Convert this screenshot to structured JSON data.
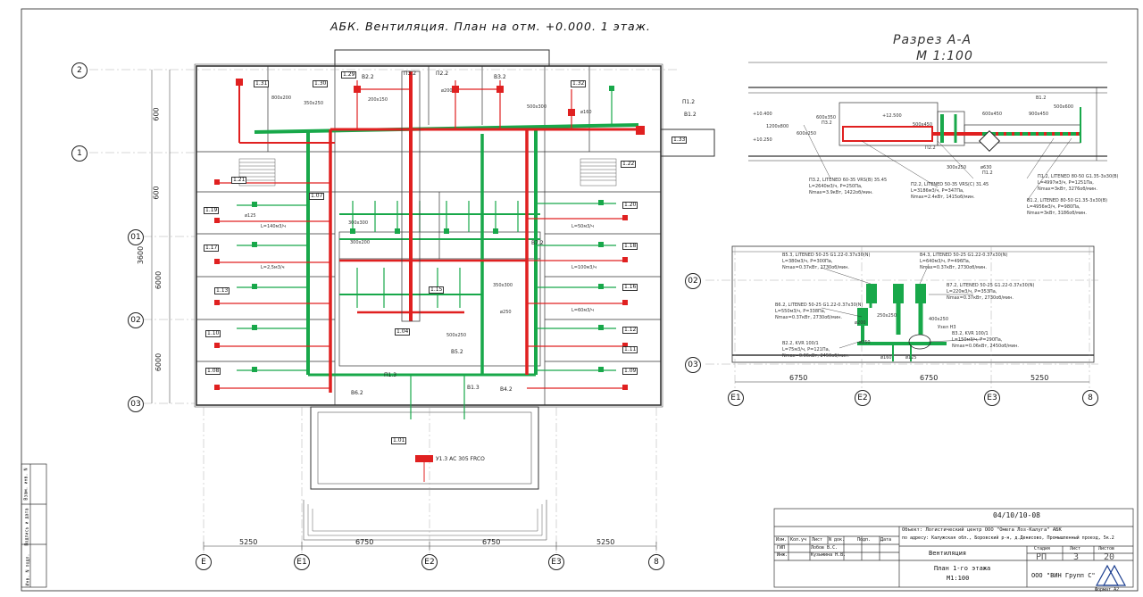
{
  "plan": {
    "title": "АБК. Вентиляция. План на отм. +0.000. 1 этаж.",
    "axes_left": [
      "2",
      "1",
      "01",
      "02",
      "03"
    ],
    "axes_bottom": [
      "E",
      "E1",
      "E2",
      "E3",
      "8"
    ],
    "dims_bottom": [
      "5250",
      "6750",
      "6750",
      "5250"
    ],
    "dims_left": [
      "600",
      "600",
      "3600",
      "6000",
      "6000"
    ],
    "rooms": [
      "1.31",
      "1.30",
      "1.29",
      "1.32",
      "1.33",
      "1.22",
      "1.21",
      "1.07",
      "1.19",
      "1.20",
      "1.18",
      "1.17",
      "1.16",
      "1.13",
      "1.12",
      "1.10",
      "1.11",
      "1.09",
      "1.08",
      "1.15",
      "1.01",
      "1.04"
    ],
    "equipment_labels": [
      "П1.2",
      "В1.2",
      "П2.2",
      "В2.2",
      "П3.2",
      "В3.2",
      "В4.2",
      "В5.2",
      "В6.2",
      "В7.2",
      "П1.3",
      "В1.3"
    ],
    "bottom_unit": "У1.3 AC 305 FRCO",
    "sizes": [
      "800x200",
      "350x250",
      "200x150",
      "300x200",
      "500x300",
      "ø125",
      "ø160",
      "ø200",
      "ø250",
      "500x250",
      "350x300",
      "300x300"
    ],
    "flows": [
      "L=140м3/ч",
      "L=2,5м3/ч",
      "L=50м3/ч",
      "L=100м3/ч",
      "L=60м3/ч"
    ]
  },
  "section": {
    "title": "Разрез А-А",
    "scale": "М 1:100",
    "levels": [
      "+10.400",
      "+12.500",
      "+10.250"
    ],
    "sizes": [
      "600x350",
      "1200x800",
      "600x250",
      "500x450",
      "900x450",
      "600x450",
      "500x600",
      "300x250",
      "ø630"
    ],
    "labels": [
      "П3.2",
      "П2.2",
      "П1.2",
      "В1.2"
    ],
    "notes": [
      "П3.2, LITENED 60-35 VRS(В) 35.45",
      "L=2640м3/ч, Р=250Па,",
      "Nmax=3.9кВт, 1422об/мин.",
      "П2.2, LITENED 50-35 VRS(С) 31.45",
      "L=3186м3/ч, Р=347Па,",
      "Nmax=2.4кВт, 1415об/мин.",
      "П1.2, LITENED 80-50 G1.35-3х30(В)",
      "L=4997м3/ч, Р=1251Па,",
      "Nmax=3кВт, 3276об/мин.",
      "В1.2, LITENED 80-50 G1.35-3х30(В)",
      "L=4956м3/ч, Р=980Па,",
      "Nmax=3кВт, 3186об/мин."
    ]
  },
  "detail": {
    "axes_left": [
      "02",
      "03"
    ],
    "axes_bottom": [
      "E1",
      "E2",
      "E3",
      "8"
    ],
    "dims": [
      "6750",
      "6750",
      "5250"
    ],
    "notes": [
      "В5.3, LITENED 50-25 G1.22-0.37х30(N)",
      "L=380м3/ч, Р=300Па,",
      "Nmax=0.37кВт, 2730об/мин.",
      "В4.3, LITENED 50-25 G1.22-0.37х30(N)",
      "L=640м3/ч, Р=496Па,",
      "Nmax=0.37кВт, 2730об/мин.",
      "В7.2, LITENED 50-25 G1.22-0.37х30(N)",
      "L=220м3/ч, Р=353Па,",
      "Nmax=0.37кВт, 2730об/мин.",
      "В6.2, LITENED 50-25 G1.22-0.37х30(N)",
      "L=550м3/ч, Р=338Па,",
      "Nmax=0.37кВт, 2730об/мин.",
      "В2.2, KVR 100/1",
      "L=75м3/ч, Р=121Па,",
      "Nmax=0.06кВт, 2450об/мин.",
      "В3.2, KVR 100/1",
      "L=150м3/ч, Р=290Па,",
      "Nmax=0.06кВт, 2450об/мин."
    ],
    "sizes": [
      "ø200",
      "250x250",
      "400x250",
      "ø250",
      "ø160",
      "ø125",
      "Узел Н3"
    ]
  },
  "stamp": {
    "code": "04/10/10-08",
    "object_line1": "Объект: Логистический центр ООО \"Омега Лоз-Калуга\" АБК",
    "object_line2": "по адресу: Калужская обл., Боровский р-н, д.Денисово, Промышленный проезд, 5к.2",
    "headers": [
      "Изм.",
      "Кол.уч",
      "Лист",
      "N док.",
      "Подп.",
      "Дата"
    ],
    "row1": [
      "ГИП",
      "Лобов В.С."
    ],
    "row2": [
      "Инж.",
      "Кузьмина Н.В."
    ],
    "section_name": "Вентиляция",
    "sheet_name": "План 1-го этажа",
    "sheet_scale": "М1:100",
    "stage_header": "Стадия",
    "list_header": "Лист",
    "lists_header": "Листов",
    "stage": "РП",
    "list": "3",
    "lists": "20",
    "company": "ООО \"ВИН Групп С\"",
    "format": "Формат А2"
  },
  "side_stamp": [
    "Инв. N подл.",
    "Подпись и дата",
    "Взам. инв. N"
  ],
  "colors": {
    "supply": "#e02020",
    "exhaust": "#18a84a",
    "line": "#222222"
  }
}
